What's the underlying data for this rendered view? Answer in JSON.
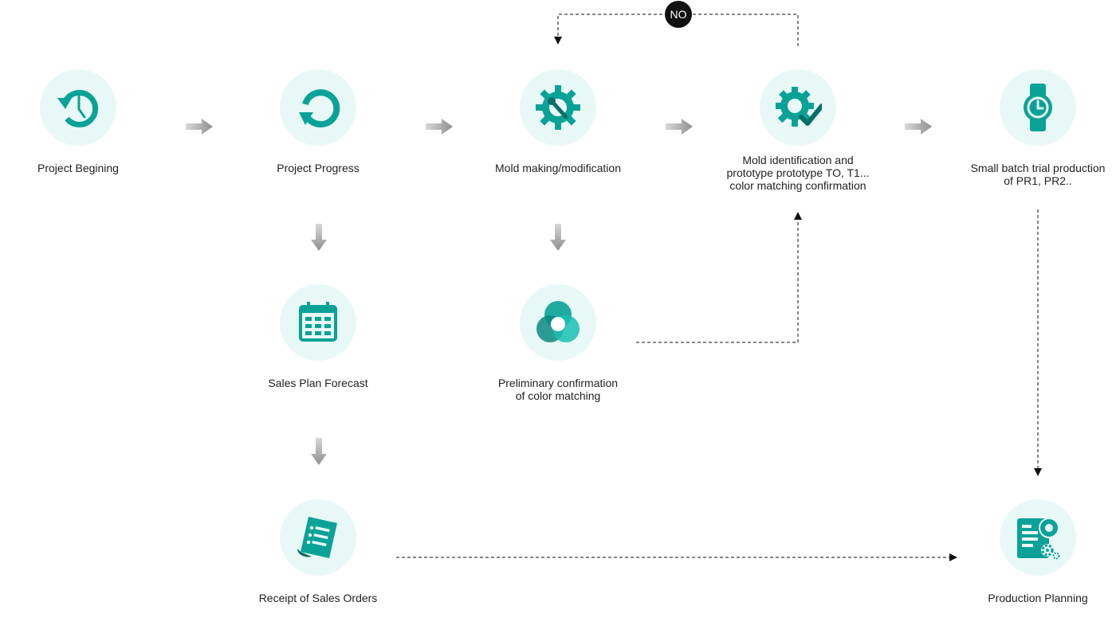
{
  "colors": {
    "accent": "#0aa297",
    "circle_bg": "#e8f8f6",
    "arrow": "#9e9e9e"
  },
  "badge": {
    "no": "NO"
  },
  "nodes": {
    "project_begining": {
      "label": "Project Begining",
      "icon": "clock-history-icon"
    },
    "project_progress": {
      "label": "Project Progress",
      "icon": "refresh-icon"
    },
    "mold_making": {
      "label": "Mold making/modification",
      "icon": "gear-wrench-icon"
    },
    "mold_identification": {
      "line1": "Mold identification and",
      "line2": "prototype prototype TO, T1...",
      "line3": "color matching confirmation",
      "icon": "gear-check-icon"
    },
    "small_batch": {
      "line1": "Small batch trial production",
      "line2": "of PR1, PR2..",
      "icon": "watch-icon"
    },
    "sales_plan": {
      "label": "Sales Plan Forecast",
      "icon": "calendar-icon"
    },
    "preliminary_color": {
      "line1": "Preliminary confirmation",
      "line2": "of color matching",
      "icon": "color-circles-icon"
    },
    "receipt_orders": {
      "label": "Receipt of Sales Orders",
      "icon": "document-icon"
    },
    "production_planning": {
      "label": "Production Planning",
      "icon": "planning-icon"
    }
  }
}
